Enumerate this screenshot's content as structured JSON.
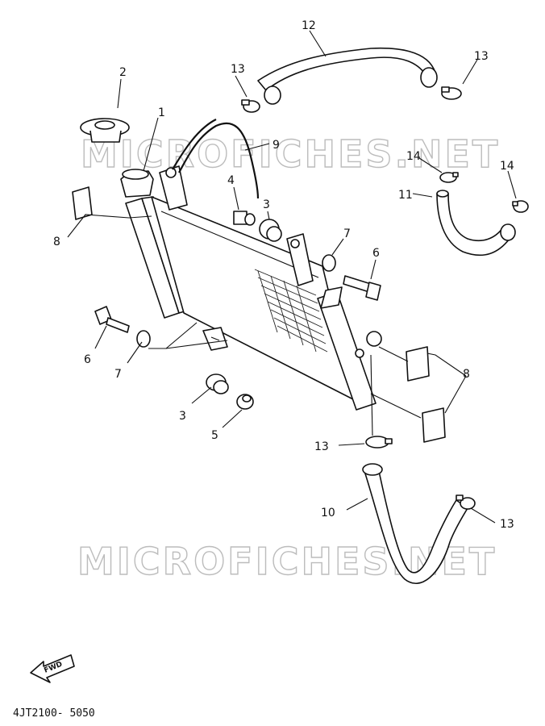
{
  "watermarks": [
    "MICROFICHES.NET",
    "MICROFICHES.NET"
  ],
  "fwd_label": "FWD",
  "diagram_code": "4JT2100- 5050",
  "callouts": {
    "c1": "1",
    "c2": "2",
    "c3a": "3",
    "c3b": "3",
    "c4": "4",
    "c5": "5",
    "c6a": "6",
    "c6b": "6",
    "c7a": "7",
    "c7b": "7",
    "c8a": "8",
    "c8b": "8",
    "c9": "9",
    "c10": "10",
    "c11": "11",
    "c12": "12",
    "c13a": "13",
    "c13b": "13",
    "c13c": "13",
    "c13d": "13",
    "c14a": "14",
    "c14b": "14"
  }
}
